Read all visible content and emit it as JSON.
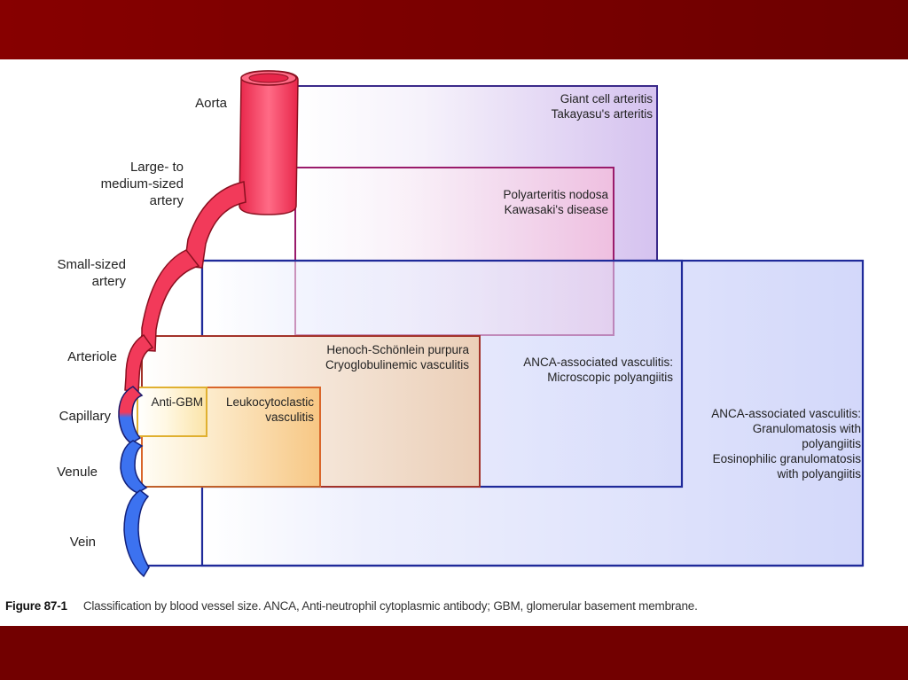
{
  "vessel_labels": {
    "aorta": "Aorta",
    "large_medium": [
      "Large- to",
      "medium-sized",
      "artery"
    ],
    "small": [
      "Small-sized",
      "artery"
    ],
    "arteriole": "Arteriole",
    "capillary": "Capillary",
    "venule": "Venule",
    "vein": "Vein"
  },
  "boxes": {
    "large_vessel": {
      "lines": [
        "Giant cell arteritis",
        "Takayasu's arteritis"
      ],
      "color": "#3b2a8a"
    },
    "medium_vessel": {
      "lines": [
        "Polyarteritis nodosa",
        "Kawasaki's disease"
      ],
      "color": "#9a1b6b"
    },
    "immune_complex": {
      "lines": [
        "Henoch-Schönlein purpura",
        "Cryoglobulinemic vasculitis"
      ],
      "color": "#a3332a"
    },
    "anti_gbm": {
      "lines": [
        "Anti-GBM"
      ],
      "color": "#e0b030"
    },
    "leukocytoclastic": {
      "lines": [
        "Leukocytoclastic",
        "vasculitis"
      ],
      "color": "#d9662a"
    },
    "anca_mpa": {
      "lines": [
        "ANCA-associated vasculitis:",
        "Microscopic polyangiitis"
      ],
      "color": "#1f2a9a"
    },
    "anca_gpa_egpa": {
      "lines": [
        "ANCA-associated vasculitis:",
        "Granulomatosis with",
        "polyangiitis",
        "Eosinophilic granulomatosis",
        "with polyangiitis"
      ],
      "color": "#1f2a9a"
    }
  },
  "caption": {
    "figure_number": "Figure 87-1",
    "text": "Classification by blood vessel size. ANCA, Anti-neutrophil cytoplasmic antibody; GBM, glomerular basement membrane."
  },
  "colors": {
    "band": "#7a0000",
    "artery": "#f23a5a",
    "vein": "#2e6ef0"
  }
}
